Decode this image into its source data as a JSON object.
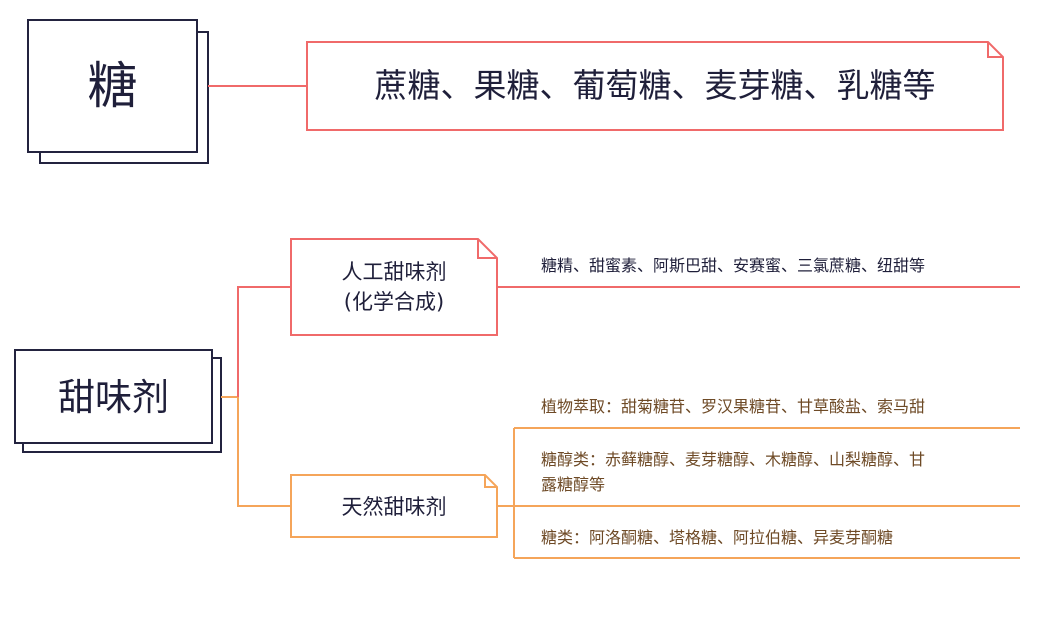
{
  "sugar": {
    "title": "糖",
    "examples": "蔗糖、果糖、葡萄糖、麦芽糖、乳糖等"
  },
  "sweetener": {
    "title": "甜味剂",
    "artificial": {
      "label_line1": "人工甜味剂",
      "label_line2": "(化学合成)",
      "examples": "糖精、甜蜜素、阿斯巴甜、安赛蜜、三氯蔗糖、纽甜等"
    },
    "natural": {
      "label": "天然甜味剂",
      "items": [
        {
          "line1": "植物萃取：甜菊糖苷、罗汉果糖苷、甘草酸盐、索马甜"
        },
        {
          "line1": "糖醇类：赤藓糖醇、麦芽糖醇、木糖醇、山梨糖醇、甘",
          "line2": "露糖醇等"
        },
        {
          "line1": "糖类：阿洛酮糖、塔格糖、阿拉伯糖、异麦芽酮糖"
        }
      ]
    }
  },
  "colors": {
    "navy": "#23233f",
    "red": "#f06a6a",
    "orange": "#f5a55a",
    "brown": "#6e4a26"
  }
}
